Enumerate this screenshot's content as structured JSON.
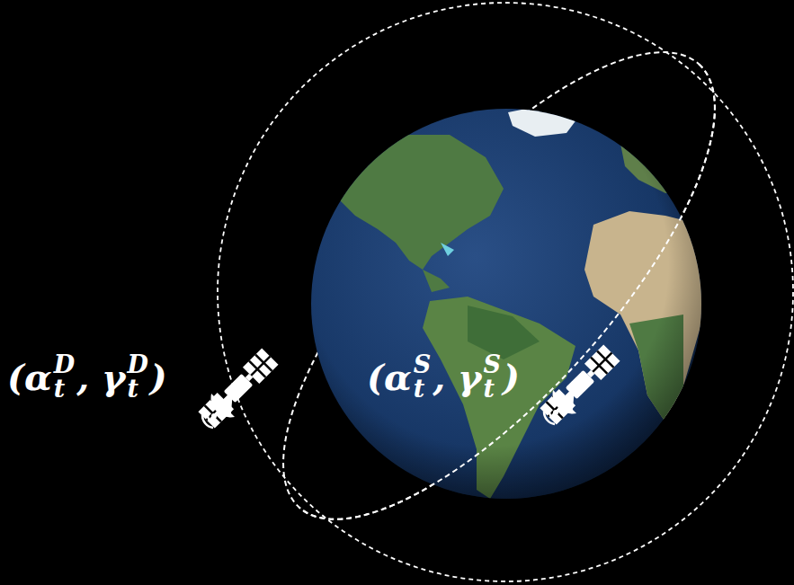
{
  "diagram": {
    "labels": [
      "(α",
      "D",
      "t",
      ", γ",
      "D",
      "t",
      ")",
      "(α",
      "S",
      "t",
      ", γ",
      "S",
      "t",
      ")"
    ]
  }
}
